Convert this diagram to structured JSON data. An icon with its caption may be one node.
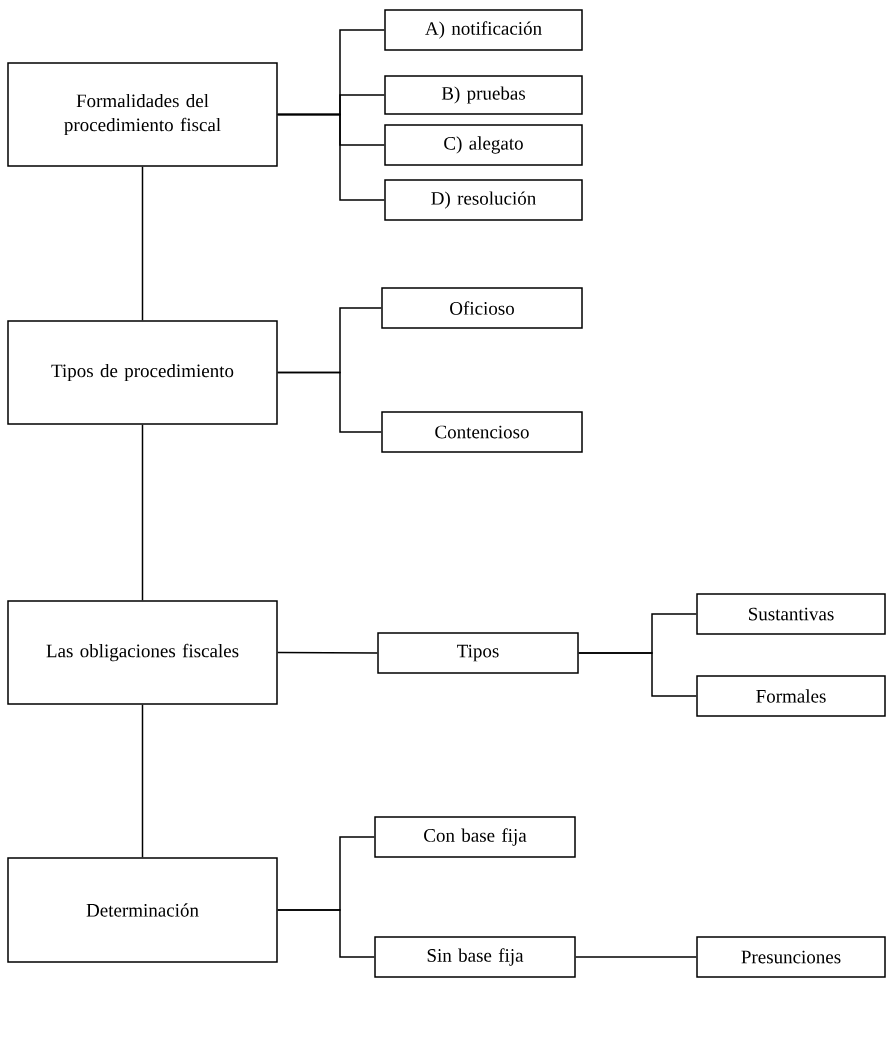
{
  "diagram": {
    "nodes": [
      {
        "text": [
          "Formalidades del procedimiento fiscal"
        ]
      },
      {
        "text": [
          "A) notificación"
        ]
      },
      {
        "text": [
          "B) pruebas"
        ]
      },
      {
        "text": [
          "C) alegato"
        ]
      },
      {
        "text": [
          "D) resolución"
        ]
      },
      {
        "text": [
          "Tipos de procedimiento"
        ]
      },
      {
        "text": [
          "Oficioso"
        ]
      },
      {
        "text": [
          "Contencioso"
        ]
      },
      {
        "text": [
          "Las obligaciones fiscales"
        ]
      },
      {
        "text": [
          "Tipos"
        ]
      },
      {
        "text": [
          "Sustantivas"
        ]
      },
      {
        "text": [
          "Formales"
        ]
      },
      {
        "text": [
          "Determinación"
        ]
      },
      {
        "text": [
          "Con base fija"
        ]
      },
      {
        "text": [
          "Sin base fija"
        ]
      },
      {
        "text": [
          "Presunciones"
        ]
      }
    ],
    "edges": [
      {
        "from": 0,
        "to": 1,
        "arrow": "none"
      },
      {
        "from": 0,
        "to": 2,
        "arrow": "none"
      },
      {
        "from": 0,
        "to": 3,
        "arrow": "none"
      },
      {
        "from": 0,
        "to": 4,
        "arrow": "none"
      },
      {
        "from": 0,
        "to": 5,
        "arrow": "none"
      },
      {
        "from": 5,
        "to": 6,
        "arrow": "none"
      },
      {
        "from": 5,
        "to": 7,
        "arrow": "none"
      },
      {
        "from": 5,
        "to": 8,
        "arrow": "none"
      },
      {
        "from": 8,
        "to": 9,
        "arrow": "none"
      },
      {
        "from": 9,
        "to": 10,
        "arrow": "none"
      },
      {
        "from": 9,
        "to": 11,
        "arrow": "none"
      },
      {
        "from": 8,
        "to": 12,
        "arrow": "none"
      },
      {
        "from": 12,
        "to": 13,
        "arrow": "none"
      },
      {
        "from": 12,
        "to": 14,
        "arrow": "none"
      },
      {
        "from": 14,
        "to": 15,
        "arrow": "none"
      }
    ]
  }
}
